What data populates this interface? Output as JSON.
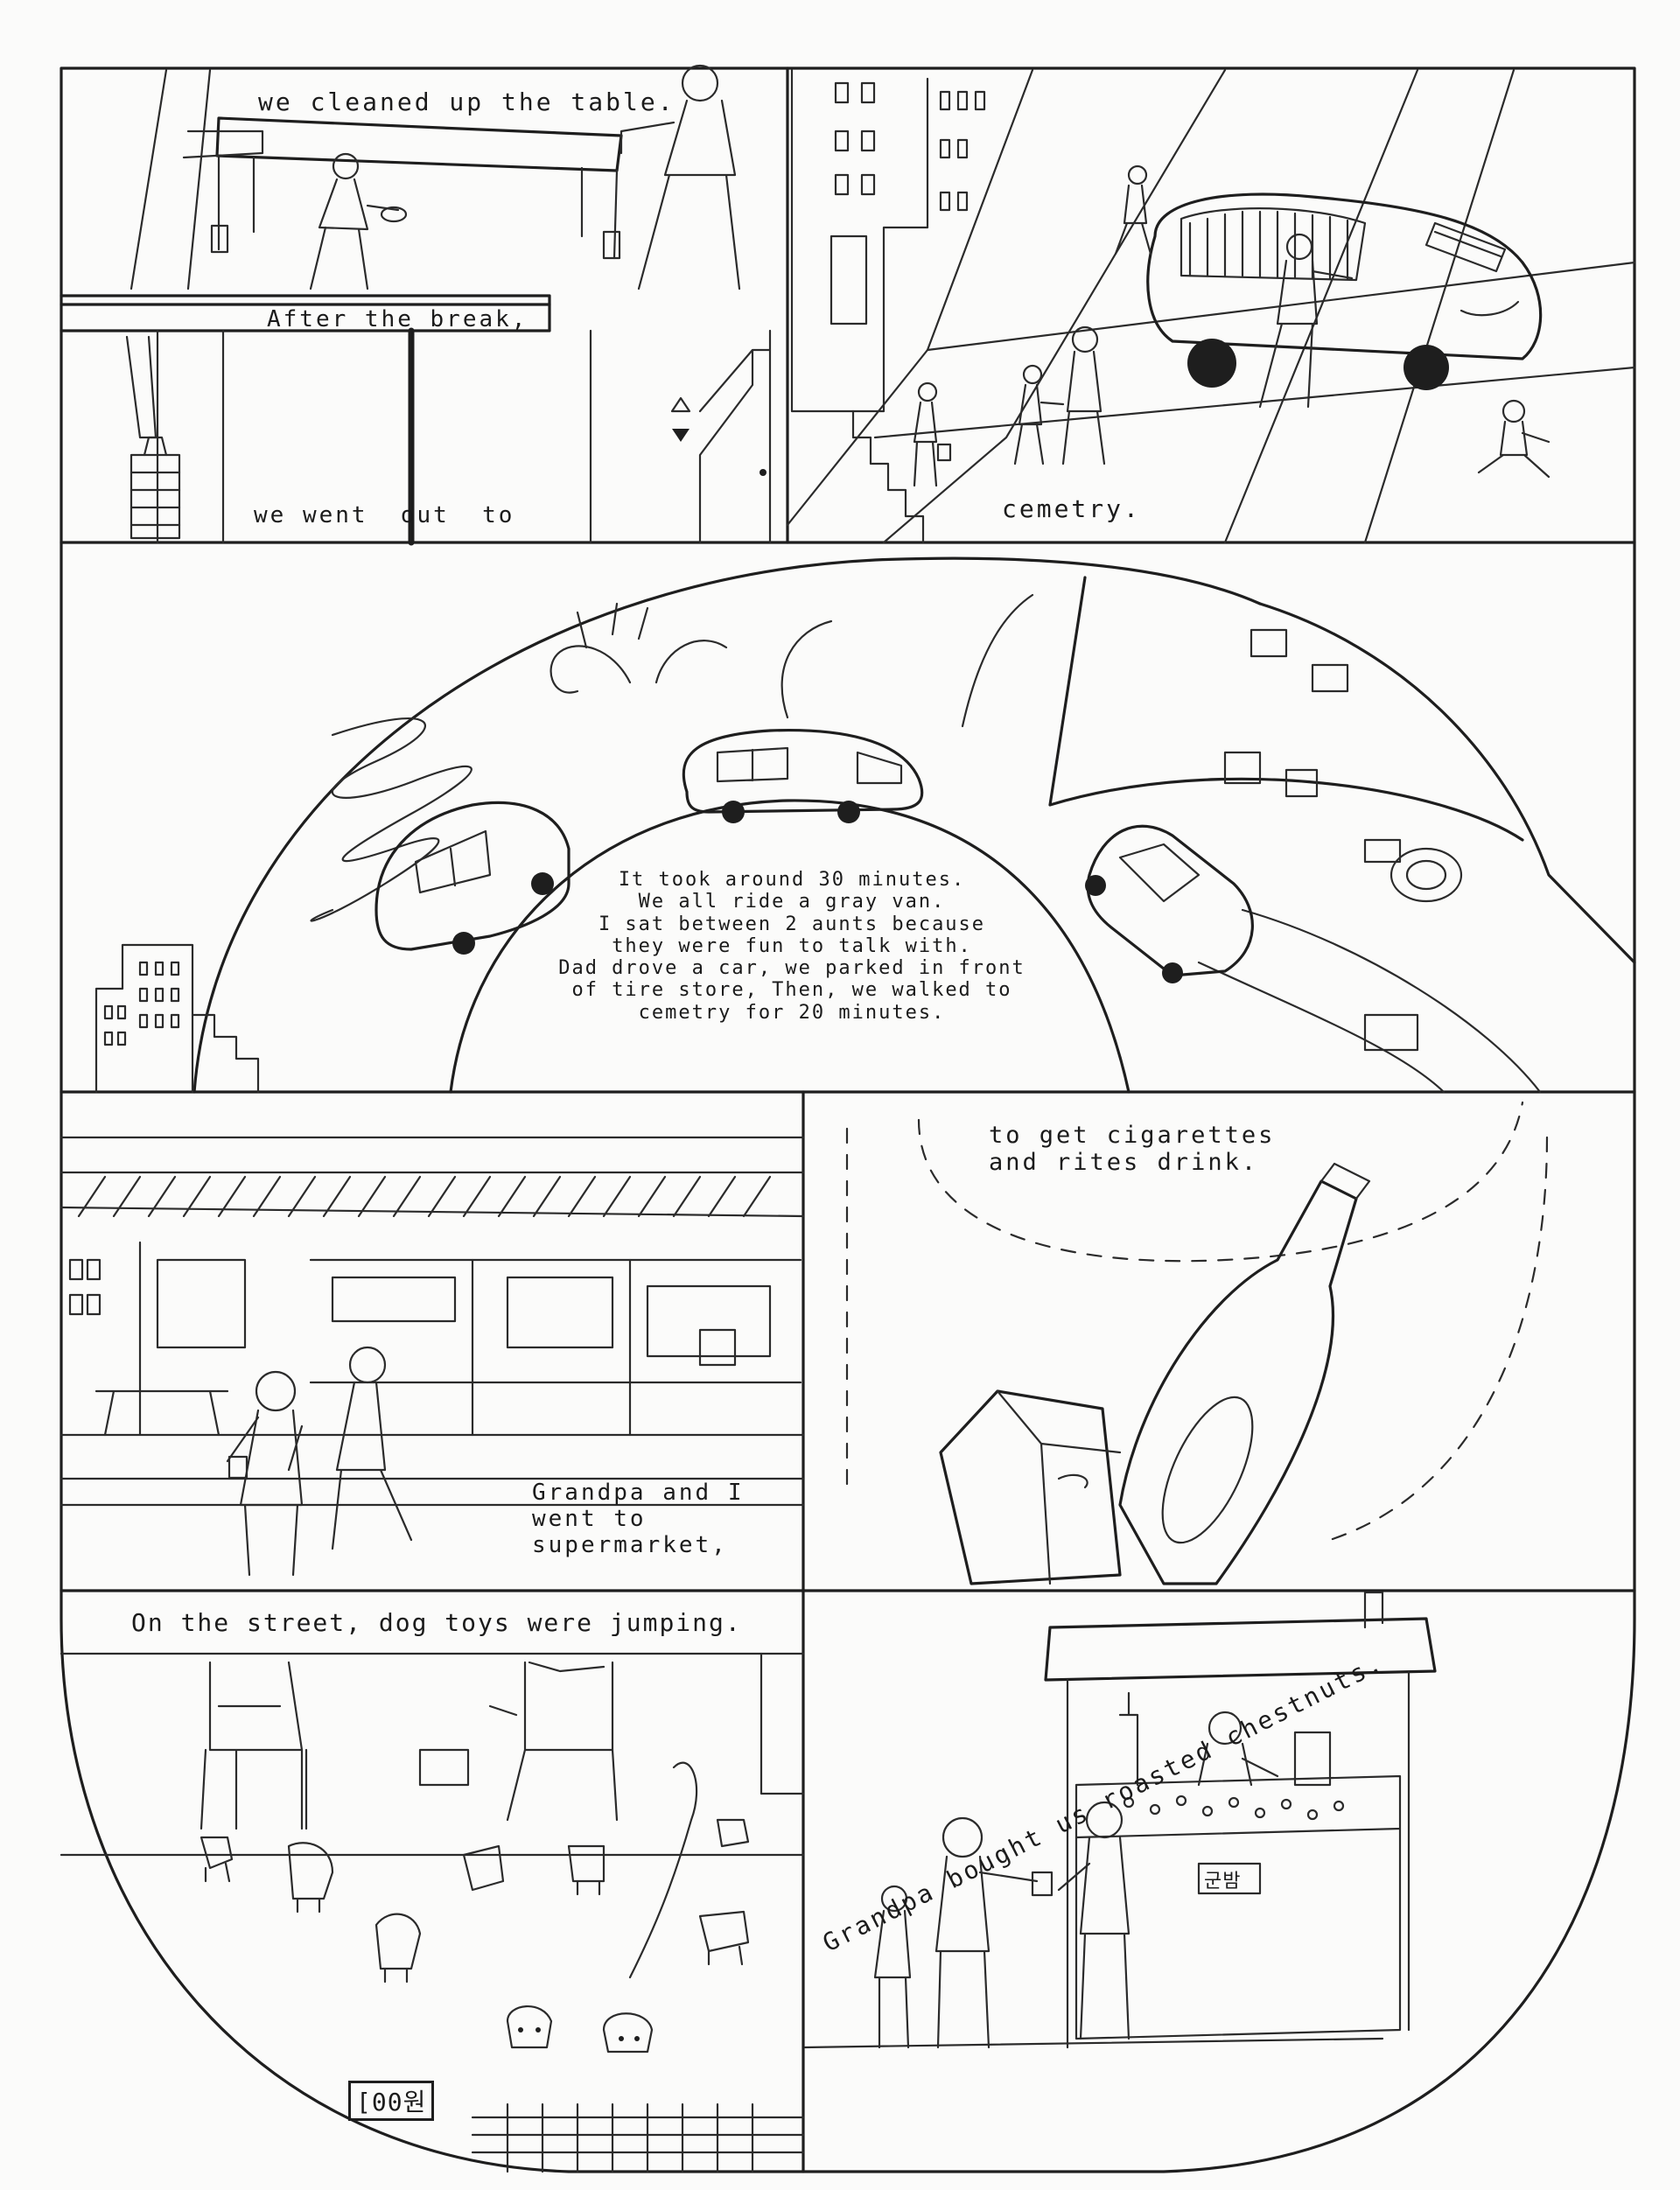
{
  "panels": {
    "table": {
      "caption": "we cleaned up the table."
    },
    "break": {
      "caption": "After the break,"
    },
    "went_out": {
      "caption": "we went  out  to"
    },
    "cemetery": {
      "caption": "cemetry."
    },
    "drive": {
      "caption": "It took around 30 minutes.\nWe all ride a gray van.\nI sat between 2 aunts because\nthey were fun to talk with.\nDad drove a car, we parked in front\nof tire store, Then, we walked to\ncemetry for 20 minutes."
    },
    "supermarket": {
      "caption": "Grandpa and I\nwent to\nsupermarket,"
    },
    "purchase": {
      "caption": "to get cigarettes\nand rites drink."
    },
    "street": {
      "caption": "On the street, dog toys were jumping."
    },
    "price_sign": {
      "text": "[00원"
    },
    "chestnuts": {
      "caption": "Grandpa bought us roasted chestnuts.",
      "stall_sign": "군밤"
    }
  },
  "colors": {
    "paper": "#fbfbfa",
    "pencil": "#1e1e1e"
  }
}
